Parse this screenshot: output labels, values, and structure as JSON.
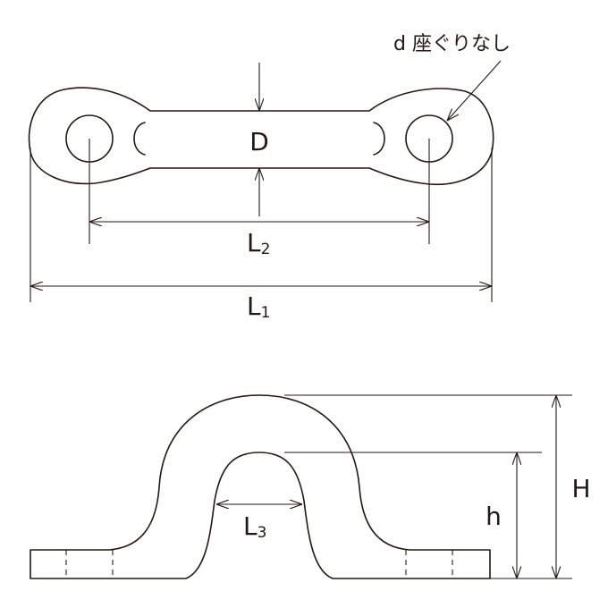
{
  "labels": {
    "counterbore_note": "d  座ぐりなし",
    "thickness": "D",
    "center_distance_main": "L",
    "center_distance_sub": "2",
    "overall_length_main": "L",
    "overall_length_sub": "1",
    "inner_width_main": "L",
    "inner_width_sub": "3",
    "inner_height": "h",
    "overall_height": "H"
  }
}
